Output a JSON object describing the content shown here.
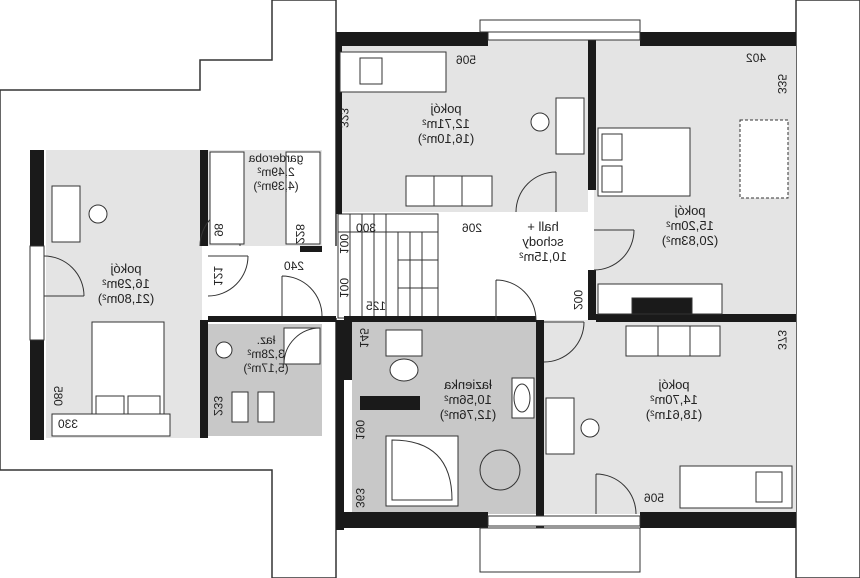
{
  "rooms": {
    "room_nw": {
      "name": "pokój",
      "area": "16,29m²",
      "floor_area": "(21,80m²)"
    },
    "wardrobe": {
      "name": "garderoba",
      "area": "2,49m²",
      "floor_area": "(4,39m²)"
    },
    "room_top": {
      "name": "pokój",
      "area": "12,71m²",
      "floor_area": "(16,10m²)"
    },
    "room_ne": {
      "name": "pokój",
      "area": "15,20m²",
      "floor_area": "(20,83m²)"
    },
    "hall": {
      "name": "hall +",
      "name2": "schody",
      "area": "10,15m²"
    },
    "small_bath": {
      "name": "łaz.",
      "area": "3,28m²",
      "floor_area": "(5,17m²)"
    },
    "bathroom": {
      "name": "łazienka",
      "area": "10,56m²",
      "floor_area": "(12,76m²)"
    },
    "room_se": {
      "name": "pokój",
      "area": "14,70m²",
      "floor_area": "(18,61m²)"
    }
  },
  "dimensions": {
    "d506_top": "506",
    "d402": "402",
    "d335": "335",
    "d323": "323",
    "d300": "300",
    "d206": "206",
    "d100a": "100",
    "d100b": "100",
    "d240": "240",
    "d125": "125",
    "d200": "200",
    "d121": "121",
    "d098": "98",
    "d228": "228",
    "d145": "145",
    "d373": "373",
    "d233": "233",
    "d085": "085",
    "d330": "330",
    "d190": "190",
    "d363": "363",
    "d506_bot": "506"
  },
  "colors": {
    "room_fill": "#e4e4e4",
    "wet_fill": "#c8c8c8",
    "wall": "#1a1a1a",
    "line": "#333333"
  }
}
